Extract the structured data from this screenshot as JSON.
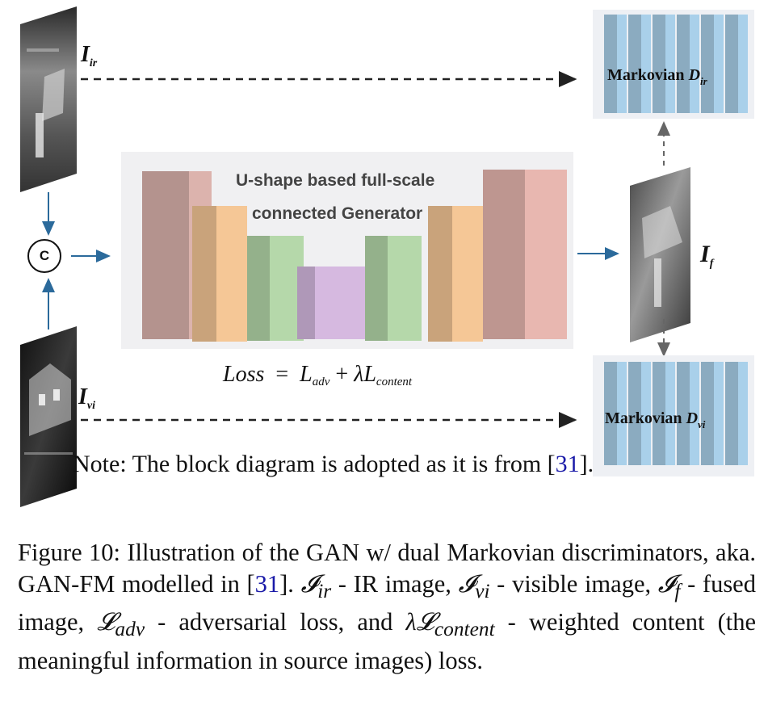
{
  "inputs": {
    "ir": {
      "symbol": "I",
      "sub": "ir"
    },
    "vi": {
      "symbol": "I",
      "sub": "vi"
    },
    "fused": {
      "symbol": "I",
      "sub": "f"
    }
  },
  "concat_symbol": "C",
  "generator": {
    "title_line1": "U-shape based full-scale",
    "title_line2": "connected Generator",
    "block_colors": [
      "#dcb3ad",
      "#f5c796",
      "#b5d8aa",
      "#d6b9e0",
      "#b5d8aa",
      "#f5c796",
      "#e8b7b0"
    ]
  },
  "discriminators": {
    "ir": {
      "name": "Markovian",
      "symbol": "D",
      "sub": "ir"
    },
    "vi": {
      "name": "Markovian",
      "symbol": "D",
      "sub": "vi"
    },
    "color": "#a9d0ea"
  },
  "loss": {
    "lhs": "Loss",
    "eq": "=",
    "t1": "L",
    "t1_sub": "adv",
    "plus": "+",
    "t2": "λL",
    "t2_sub": "content"
  },
  "note": {
    "text": "Note: The block diagram is adopted as it is from [",
    "cite": "31",
    "end": "]."
  },
  "caption": {
    "p1": "Figure 10: Illustration of the GAN w/ dual Markovian discriminators, aka. GAN-FM modelled in [",
    "cite": "31",
    "p2": "]. ",
    "s_ir": "𝓘",
    "s_ir_sub": "ir",
    "p3": " - IR image, ",
    "s_vi": "𝓘",
    "s_vi_sub": "vi",
    "p4": " - visible image, ",
    "s_f": "𝓘",
    "s_f_sub": "f",
    "p5": " - fused image, ",
    "s_adv": "𝓛",
    "s_adv_sub": "adv",
    "p6": " - adversarial loss, and ",
    "s_lc": "λ𝓛",
    "s_lc_sub": "content",
    "p7": " - weighted content (the meaningful information in source images) loss."
  }
}
